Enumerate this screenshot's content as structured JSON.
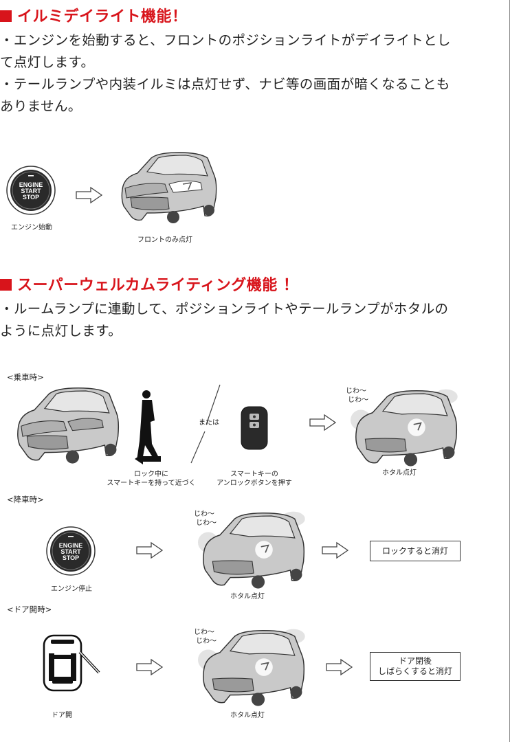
{
  "section1": {
    "title": "イルミデイライト機能！",
    "lines": [
      "・エンジンを始動すると、フロントのポジションライトがデイライトとし",
      "て点灯します。",
      "・テールランプや内装イルミは点灯せず、ナビ等の画面が暗くなることも",
      "ありません。"
    ],
    "button_lines": [
      "ENGINE",
      "START",
      "STOP"
    ],
    "cap_engine_start": "エンジン始動",
    "cap_front_only": "フロントのみ点灯"
  },
  "section2": {
    "title": "スーパーウェルカムライティング機能 ！",
    "lines": [
      "・ルームランプに連動して、ポジションライトやテールランプがホタルの",
      "ように点灯します。"
    ],
    "boarding": {
      "label": "<乗車時>",
      "cap_walk": "ロック中に\nスマートキーを持って近づく",
      "or_text": "または",
      "cap_key": "スマートキーの\nアンロックボタンを押す",
      "jiwa": "じわ〜\n じわ〜",
      "cap_hotaru": "ホタル点灯"
    },
    "alighting": {
      "label": "<降車時>",
      "cap_engine_stop": "エンジン停止",
      "jiwa": "じわ〜\n じわ〜",
      "cap_hotaru": "ホタル点灯",
      "result": "ロックすると消灯"
    },
    "door": {
      "label": "<ドア開時>",
      "cap_door_open": "ドア開",
      "jiwa": "じわ〜\n じわ〜",
      "cap_hotaru": "ホタル点灯",
      "result": "ドア閉後\nしばらくすると消灯"
    }
  },
  "colors": {
    "accent_red": "#d8141b",
    "text": "#222222",
    "car_gray": "#c9c9c9",
    "button_dark": "#2a2a2a"
  }
}
